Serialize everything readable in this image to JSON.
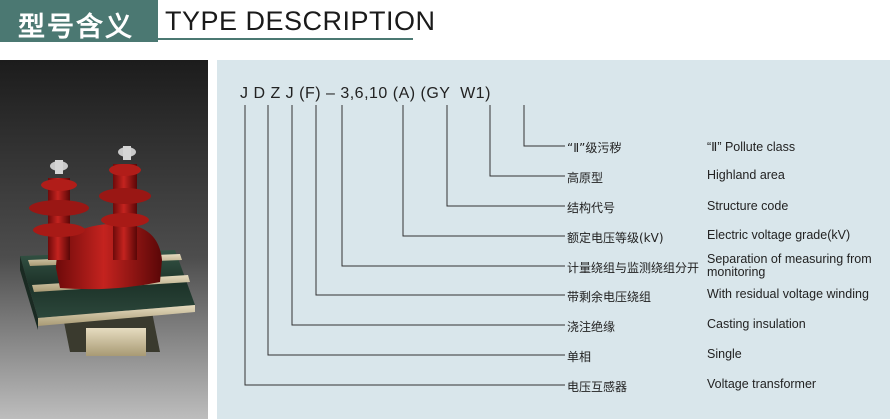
{
  "header": {
    "cn_title": "型号含义",
    "en_title": "TYPE DESCRIPTION",
    "accent_color": "#4b7872"
  },
  "panel_color": "#d9e6eb",
  "model_code": "J D Z J (F) – 3,6,10 (A) (GY  W1)",
  "rows": [
    {
      "zh": "“Ⅱ”级污秽",
      "en": "“Ⅱ” Pollute class"
    },
    {
      "zh": "高原型",
      "en": "Highland area"
    },
    {
      "zh": "结构代号",
      "en": "Structure code"
    },
    {
      "zh": "额定电压等级(kV)",
      "en": "Electric voltage grade(kV)"
    },
    {
      "zh": "计量绕组与监测绕组分开",
      "en": "Separation of measuring from monitoring"
    },
    {
      "zh": "带剩余电压绕组",
      "en": "With residual voltage winding"
    },
    {
      "zh": "浇注绝缘",
      "en": "Casting insulation"
    },
    {
      "zh": "单相",
      "en": "Single"
    },
    {
      "zh": "电压互感器",
      "en": "Voltage transformer"
    }
  ]
}
